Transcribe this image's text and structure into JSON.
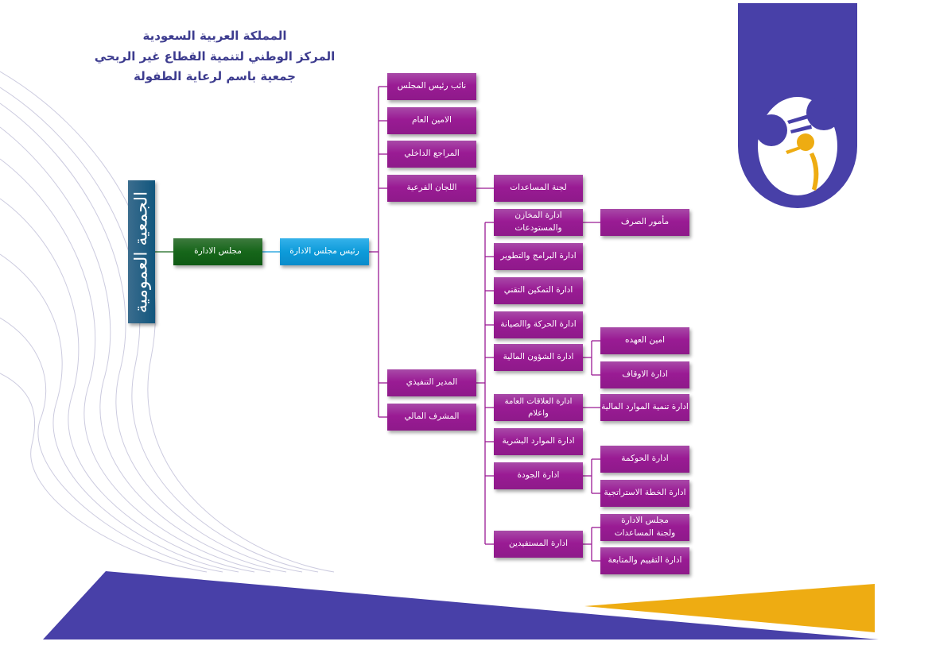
{
  "header": {
    "line1": "المملكة العربية السعودية",
    "line2": "المركز الوطني لتنمية القطاع غير الربحي",
    "line3": "جمعية باسم لرعاية الطفولة"
  },
  "colors": {
    "purple_box": "#9a1b94",
    "green_box": "#16661a",
    "blue_box": "#0d9bda",
    "brand_indigo": "#4840a8",
    "brand_yellow": "#eeac12",
    "connector": "#9a1b94"
  },
  "chart": {
    "general_assembly": "الجمعية العمومية",
    "board": "مجلس الادارة",
    "chairman": "رئيس مجلس الادارة",
    "level1": [
      "نائب رئيس المجلس",
      "الامين العام",
      "المراجع الداخلي",
      "اللجان الفرعية",
      "المدير التنفيذي",
      "المشرف المالي"
    ],
    "committees": [
      "لجنة المساعدات"
    ],
    "departments": [
      "ادارة المخازن والمستودعات",
      "ادارة البرامج والتطوير",
      "ادارة التمكين التقني",
      "ادارة الحركة واالصيانة",
      "ادارة الشؤون المالية",
      "ادارة العلاقات العامة واعلام",
      "ادارة الموارد البشرية",
      "ادارة الجودة",
      "ادارة المستفيدين"
    ],
    "sub_units": [
      "مأمور الصرف",
      "امين العهده",
      "ادارة الاوقاف",
      "ادارة تنمية الموارد المالية",
      "ادارة الحوكمة",
      "ادارة الخطة الاستراتجية",
      "مجلس الادارة ولجنة المساعدات",
      "ادارة التقييم والمتابعة"
    ]
  }
}
